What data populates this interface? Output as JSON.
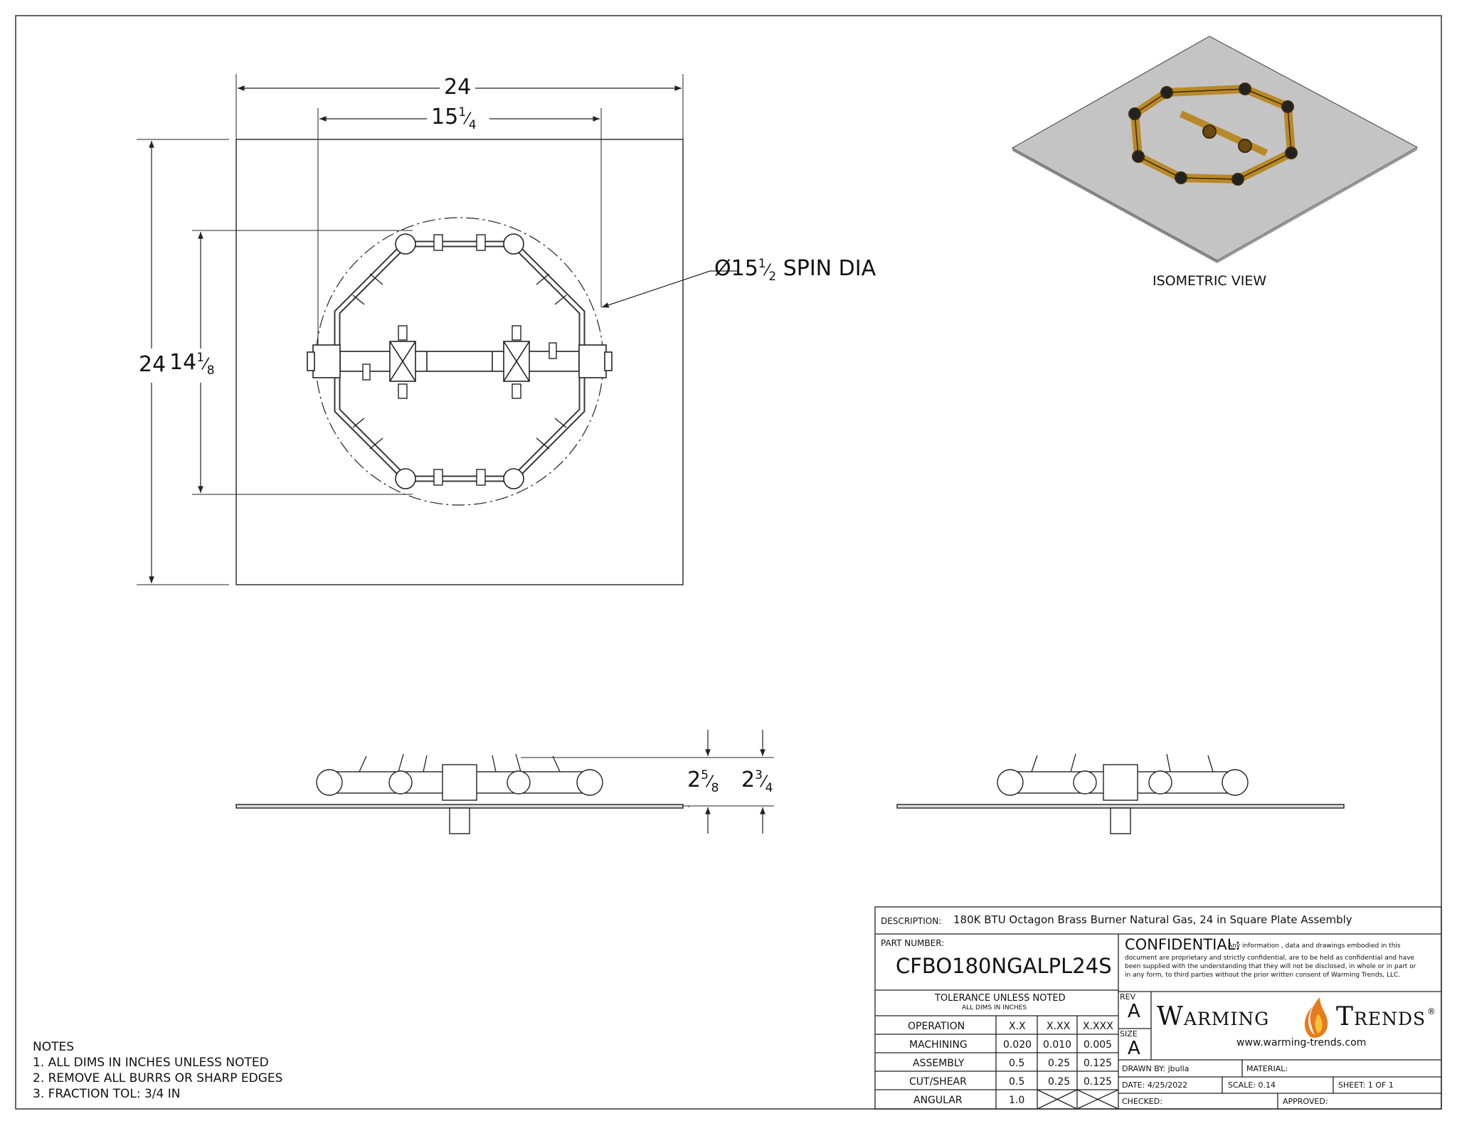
{
  "views": {
    "top": {
      "dim_width_outer": "24",
      "dim_width_inner_whole": "15",
      "dim_width_inner_num": "1",
      "dim_width_inner_den": "4",
      "dim_height_outer": "24",
      "dim_height_inner_whole": "14",
      "dim_height_inner_num": "1",
      "dim_height_inner_den": "8",
      "spin_dia_prefix": "Ø15",
      "spin_dia_num": "1",
      "spin_dia_den": "2",
      "spin_dia_suffix": "SPIN DIA"
    },
    "side": {
      "dim_a_whole": "2",
      "dim_a_num": "5",
      "dim_a_den": "8",
      "dim_b_whole": "2",
      "dim_b_num": "3",
      "dim_b_den": "4"
    },
    "isometric_label": "ISOMETRIC VIEW"
  },
  "notes": {
    "title": "NOTES",
    "items": [
      "1. ALL DIMS IN INCHES UNLESS NOTED",
      "2. REMOVE ALL BURRS OR SHARP EDGES",
      "3. FRACTION TOL: 3/4 IN"
    ]
  },
  "title_block": {
    "description_label": "DESCRIPTION:",
    "description": "180K BTU Octagon Brass Burner Natural Gas, 24 in Square Plate Assembly",
    "part_number_label": "PART NUMBER:",
    "part_number": "CFBO180NGALPL24S",
    "confidential_title": "CONFIDENTIAL:",
    "confidential_text_1": "Any information , data and drawings embodied in this",
    "confidential_text_2": "document are proprietary and strictly confidential, are to be held as confidential and have",
    "confidential_text_3": "been supplied with the understanding that they will not be disclosed, in whole or in part or",
    "confidential_text_4": "in any form, to third parties without the prior written consent of Warming Trends, LLC.",
    "tolerance_title": "TOLERANCE UNLESS NOTED",
    "tolerance_subtitle": "ALL DIMS IN INCHES",
    "tolerance_headers": [
      "OPERATION",
      "X.X",
      "X.XX",
      "X.XXX"
    ],
    "tolerance_rows": [
      [
        "MACHINING",
        "0.020",
        "0.010",
        "0.005"
      ],
      [
        "ASSEMBLY",
        "0.5",
        "0.25",
        "0.125"
      ],
      [
        "CUT/SHEAR",
        "0.5",
        "0.25",
        "0.125"
      ],
      [
        "ANGULAR",
        "1.0",
        "",
        ""
      ]
    ],
    "rev_label": "REV",
    "rev": "A",
    "size_label": "SIZE",
    "size": "A",
    "brand_part1": "Warming",
    "brand_part2": "Trends",
    "brand_reg": "®",
    "website": "www.warming-trends.com",
    "drawn_by": "DRAWN BY: jbulla",
    "material": "MATERIAL:",
    "date": "DATE:   4/25/2022",
    "scale": "SCALE:  0.14",
    "sheet": "SHEET:  1    OF    1",
    "checked": "CHECKED:",
    "approved": "APPROVED:"
  },
  "colors": {
    "line": "#222222",
    "brass": "#b8892a",
    "brass_dark": "#6b4a12",
    "plate": "#bdbdbd",
    "flame_orange": "#e87a1e"
  }
}
